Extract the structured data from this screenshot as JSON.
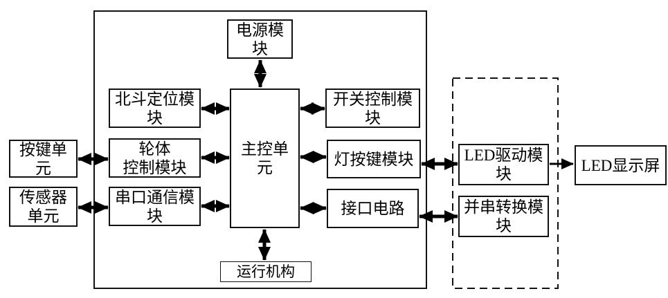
{
  "diagram": {
    "nodes": {
      "power": {
        "label": "电源模\n块"
      },
      "beidou": {
        "label": "北斗定位模\n块"
      },
      "wheel": {
        "label": "轮体\n控制模块"
      },
      "serial_comm": {
        "label": "串口通信模\n块"
      },
      "main_ctrl": {
        "label": "主控单\n元"
      },
      "switch_ctrl": {
        "label": "开关控制模\n块"
      },
      "light_key": {
        "label": "灯按键模块"
      },
      "interface": {
        "label": "接口电路"
      },
      "run_mech": {
        "label": "运行机构"
      },
      "key_unit": {
        "label": "按键单\n元"
      },
      "sensor_unit": {
        "label": "传感器\n单元"
      },
      "led_driver": {
        "label": "LED驱动模\n块"
      },
      "par_serial": {
        "label": "并串转换模\n块"
      },
      "led_screen": {
        "label": "LED显示屏"
      }
    },
    "edges": [
      {
        "from": "power",
        "to": "main_ctrl",
        "type": "bidirectional"
      },
      {
        "from": "beidou",
        "to": "main_ctrl",
        "type": "bidirectional"
      },
      {
        "from": "wheel",
        "to": "main_ctrl",
        "type": "bidirectional"
      },
      {
        "from": "serial_comm",
        "to": "main_ctrl",
        "type": "bidirectional"
      },
      {
        "from": "main_ctrl",
        "to": "switch_ctrl",
        "type": "bidirectional"
      },
      {
        "from": "main_ctrl",
        "to": "light_key",
        "type": "bidirectional"
      },
      {
        "from": "main_ctrl",
        "to": "interface",
        "type": "bidirectional"
      },
      {
        "from": "main_ctrl",
        "to": "run_mech",
        "type": "bidirectional"
      },
      {
        "from": "key_unit",
        "to": "wheel",
        "type": "bidirectional"
      },
      {
        "from": "sensor_unit",
        "to": "serial_comm",
        "type": "bidirectional"
      },
      {
        "from": "light_key",
        "to": "led_driver",
        "type": "bidirectional"
      },
      {
        "from": "interface",
        "to": "par_serial",
        "type": "bidirectional"
      },
      {
        "from": "led_driver",
        "to": "led_screen",
        "type": "single"
      }
    ]
  }
}
